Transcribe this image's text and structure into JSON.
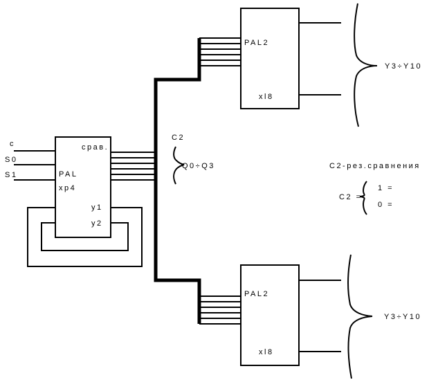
{
  "blocks": {
    "main": {
      "title": "PAL",
      "subtitle": "xp4",
      "output_label": "срав.",
      "y1": "y1",
      "y2": "y2"
    },
    "top": {
      "title": "PAL2",
      "subtitle": "xl8",
      "outputs": "Y3÷Y10"
    },
    "bottom": {
      "title": "PAL2",
      "subtitle": "xl8",
      "outputs": "Y3÷Y10"
    }
  },
  "inputs": {
    "c": "c",
    "s0": "S0",
    "s1": "S1"
  },
  "bus": {
    "label": "C2",
    "range": "Q0÷Q3"
  },
  "legend": {
    "title": "C2-рез.сравнения",
    "lhs": "C2 =",
    "val1": "1 =",
    "val0": "0 ="
  }
}
